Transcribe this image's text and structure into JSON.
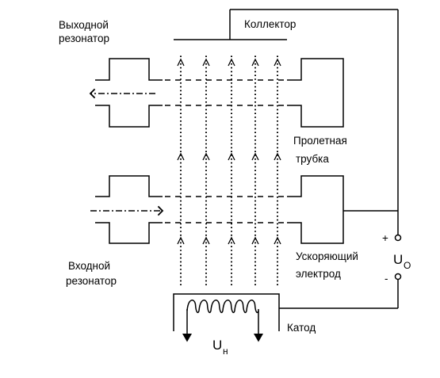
{
  "labels": {
    "output_resonator": [
      "Выходной",
      "резонатор"
    ],
    "collector": "Коллектор",
    "drift_tube": [
      "Пролетная",
      "трубка"
    ],
    "input_resonator": [
      "Входной",
      "резонатор"
    ],
    "accel_electrode": [
      "Ускоряющий",
      "электрод"
    ],
    "cathode": "Катод",
    "plus": "+",
    "minus": "-",
    "u0_main": "U",
    "u0_sub": "O",
    "un_main": "U",
    "un_sub": "н"
  },
  "colors": {
    "line": "#000000",
    "background": "#ffffff"
  }
}
